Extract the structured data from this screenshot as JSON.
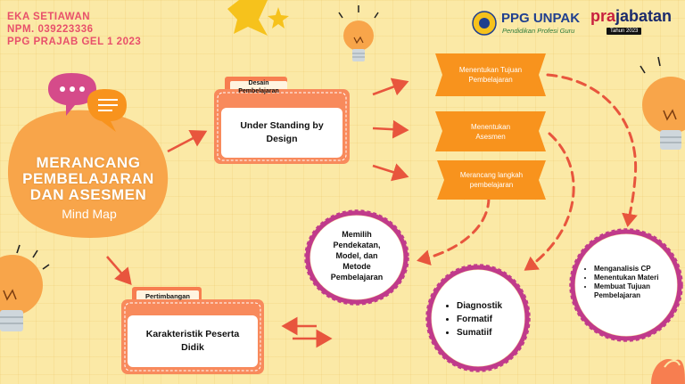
{
  "author": {
    "name": "EKA SETIAWAN",
    "npm": "NPM. 039223336",
    "program": "PPG PRAJAB GEL 1 2023"
  },
  "logos": {
    "unpak": "PPG UNPAK",
    "unpak_sub": "Pendidikan Profesi Guru",
    "prajabatan_a": "pra",
    "prajabatan_b": "jabatan",
    "prajabatan_sub": "Tahun 2023"
  },
  "central": {
    "title_line1": "MERANCANG",
    "title_line2": "PEMBELAJARAN",
    "title_line3": "DAN ASESMEN",
    "subtitle": "Mind Map"
  },
  "design_folder": {
    "tab_line1": "Desain",
    "tab_line2": "Pembelajaran",
    "content_line1": "Under Standing by",
    "content_line2": "Design"
  },
  "steps": [
    {
      "line1": "Menentukan Tujuan",
      "line2": "Pembelajaran"
    },
    {
      "line1": "Menentukan",
      "line2": "Asesmen"
    },
    {
      "line1": "Merancang langkah",
      "line2": "pembelajaran"
    }
  ],
  "circle_cp": {
    "items": [
      "Menganalisis CP",
      "Menentukan Materi",
      "Membuat Tujuan Pembelajaran"
    ]
  },
  "circle_assessment": {
    "items": [
      "Diagnostik",
      "Formatif",
      "Sumatiif"
    ]
  },
  "circle_method": {
    "line1": "Memilih",
    "line2": "Pendekatan,",
    "line3": "Model, dan",
    "line4": "Metode",
    "line5": "Pembelajaran"
  },
  "considerations_folder": {
    "tab": "Pertimbangan",
    "content_line1": "Karakteristik Peserta",
    "content_line2": "Didik"
  },
  "colors": {
    "background": "#fbe9a6",
    "orange": "#f77e50",
    "ribbon": "#f8931d",
    "magenta": "#c03a8b",
    "author": "#e8506b",
    "red_arrow": "#e8553d"
  }
}
